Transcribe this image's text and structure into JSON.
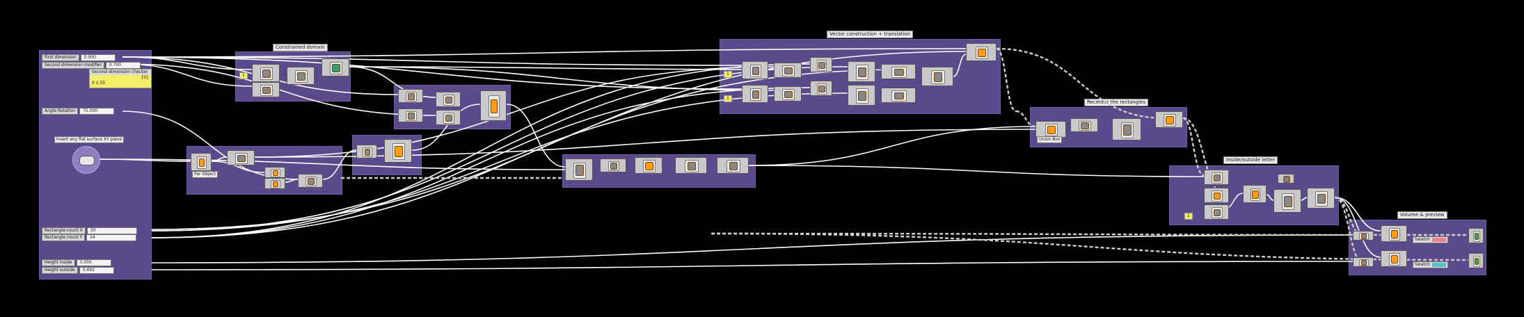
{
  "groups": {
    "inputs": {
      "label": ""
    },
    "constrained": {
      "label": "Constrained domain"
    },
    "vector": {
      "label": "Vector construction + translation"
    },
    "rects": {
      "label": "Recenter the rectangles"
    },
    "inside": {
      "label": "Inside/outside letter"
    },
    "volume": {
      "label": "Volume & preview"
    }
  },
  "sliders": [
    {
      "label": "First dimension",
      "value": "5.000"
    },
    {
      "label": "Second dimension modifier",
      "value": "0.700"
    },
    {
      "label": "Angle Rotation",
      "value": "75.000"
    },
    {
      "label": "Rectangle count X",
      "value": "30"
    },
    {
      "label": "Rectangle count Y",
      "value": "24"
    },
    {
      "label": "Height inside",
      "value": "3.000"
    },
    {
      "label": "Height outside",
      "value": "0.692"
    }
  ],
  "checker": {
    "label": "Second dimension checker",
    "line1": "{0}",
    "line2": "0  1.55"
  },
  "surface_param": {
    "label": "Insert any flat surface XY plane"
  },
  "small_tags": {
    "par_object": "Par Object",
    "union_box": "Union Box"
  },
  "yellow_panels": [
    "1",
    "1",
    "1",
    "1"
  ],
  "swatches": [
    {
      "label": "Swatch",
      "color": "#f27f8a"
    },
    {
      "label": "Swatch",
      "color": "#4ec2c5"
    }
  ],
  "wire_colors": {
    "solid": "#ffffff",
    "dashed": "#cfcfcf"
  }
}
